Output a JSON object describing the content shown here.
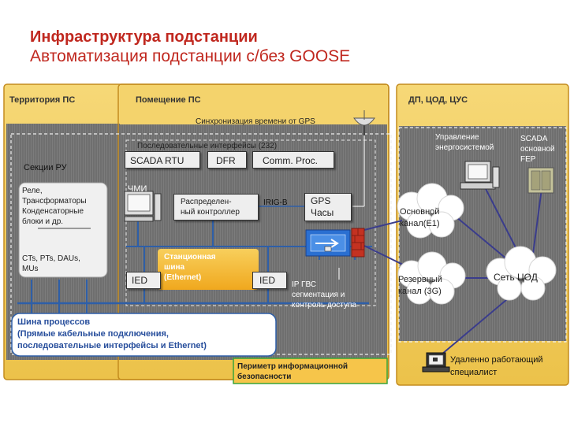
{
  "header": {
    "title": "Инфраструктура подстанции",
    "subtitle": "Автоматизация подстанции с/без GOOSE"
  },
  "zones": {
    "territory": "Территория ПС",
    "room": "Помещение ПС",
    "control_center": "ДП, ЦОД, ЦУС"
  },
  "labels": {
    "gps_sync": "Синхронизация времени от GPS",
    "serial_interfaces": "Последовательные интерфейсы (232)",
    "switchgear_sections": "Секции РУ",
    "equipment_line1": "Реле,",
    "equipment_line2": "Трансформаторы",
    "equipment_line3": "Конденсаторные",
    "equipment_line4": "блоки и др.",
    "sensors_line1": "CTs, PTs, DAUs,",
    "sensors_line2": "MUs",
    "hmi": "ЧМИ",
    "distributed_line1": "Распределен-",
    "distributed_line2": "ный контроллер",
    "irig": "IRIG-B",
    "gps_line1": "GPS",
    "gps_line2": "Часы",
    "station_bus_line1": "Станционная",
    "station_bus_line2": "шина",
    "station_bus_line3": "(Ethernet)",
    "ied_left": "IED",
    "ied_right": "IED",
    "ipgvs_line1": "IP ГВС",
    "ipgvs_line2": "сегментация и",
    "ipgvs_line3": "контроль доступа",
    "process_bus_line1": "Шина процессов",
    "process_bus_line2": " (Прямые кабельные подключения,",
    "process_bus_line3": "последовательные интерфейсы и Ethernet)",
    "perimeter_line1": "Периметр информационной",
    "perimeter_line2": "безопасности",
    "mgmt_line1": "Управление",
    "mgmt_line2": "энергосистемой",
    "scada_line1": "SCADA",
    "scada_line2": "основной",
    "scada_line3": "FEP",
    "main_ch_line1": "Основной",
    "main_ch_line2": "канал(E1)",
    "backup_ch_line1": "Резервный",
    "backup_ch_line2": "канал (3G)",
    "dc_network": "Сеть ЦОД",
    "remote_line1": "Удаленно работающий",
    "remote_line2": "специалист"
  },
  "buttons": {
    "scada_rtu": "SCADA RTU",
    "dfr": "DFR",
    "comm_proc": "Comm. Proc."
  },
  "colors": {
    "title": "#c0281f",
    "zone_fill": "#f1cf63",
    "zone_border": "#c48c1e",
    "dark_panel": "#707070",
    "link_line": "#3a3c8c",
    "bus_line": "#2e5fa8",
    "station_bus": "#f4b62c",
    "process_bus_text": "#274e9c",
    "perimeter_fill": "#f6c54a",
    "perimeter_border": "#38a43b"
  }
}
